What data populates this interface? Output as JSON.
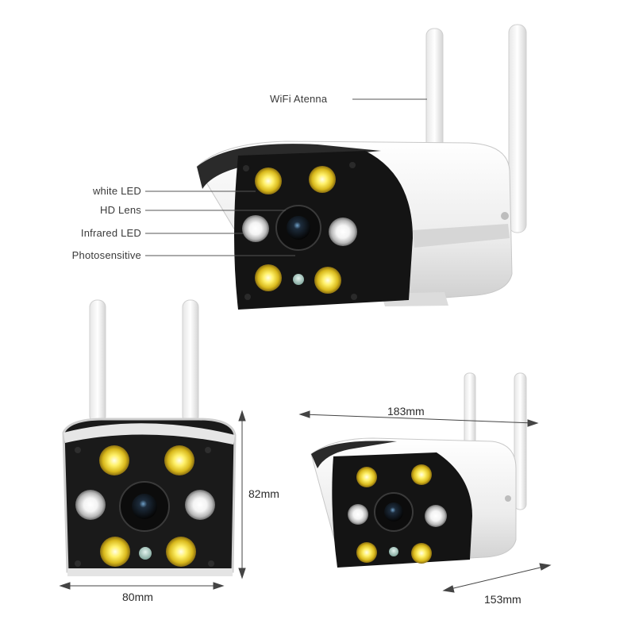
{
  "callouts": {
    "wifi_antenna": "WiFi Atenna",
    "white_led": "white LED",
    "hd_lens": "HD Lens",
    "infrared_led": "Infrared LED",
    "photosensitive": "Photosensitive"
  },
  "dimensions": {
    "length": "183mm",
    "height": "82mm",
    "width": "80mm",
    "depth": "153mm"
  },
  "colors": {
    "housing": "#f2f2f2",
    "face": "#141414",
    "white_led": "#f2e24a",
    "infrared_led": "#e8e8e8",
    "line": "#555555"
  }
}
